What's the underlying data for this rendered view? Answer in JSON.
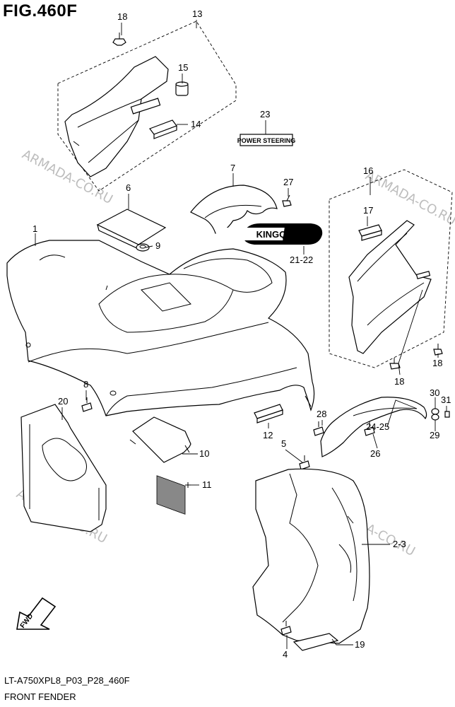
{
  "figure": {
    "title": "FIG.460F",
    "code": "LT-A750XPL8_P03_P28_460F",
    "name": "FRONT FENDER"
  },
  "watermark": "ARMADA-CO.RU",
  "badges": {
    "power_steering": "POWER STEERING",
    "kingquad": "KINGQUAD",
    "fwd": "FWD"
  },
  "callouts": {
    "c1": "1",
    "c23": "2-3",
    "c4": "4",
    "c5": "5",
    "c6": "6",
    "c7": "7",
    "c8": "8",
    "c9": "9",
    "c10": "10",
    "c11": "11",
    "c12": "12",
    "c13": "13",
    "c14": "14",
    "c15": "15",
    "c16": "16",
    "c17": "17",
    "c18a": "18",
    "c18b": "18",
    "c18c": "18",
    "c19": "19",
    "c20": "20",
    "c2122": "21-22",
    "c23b": "23",
    "c2425": "24-25",
    "c26": "26",
    "c27": "27",
    "c28": "28",
    "c29": "29",
    "c30": "30",
    "c31": "31"
  }
}
